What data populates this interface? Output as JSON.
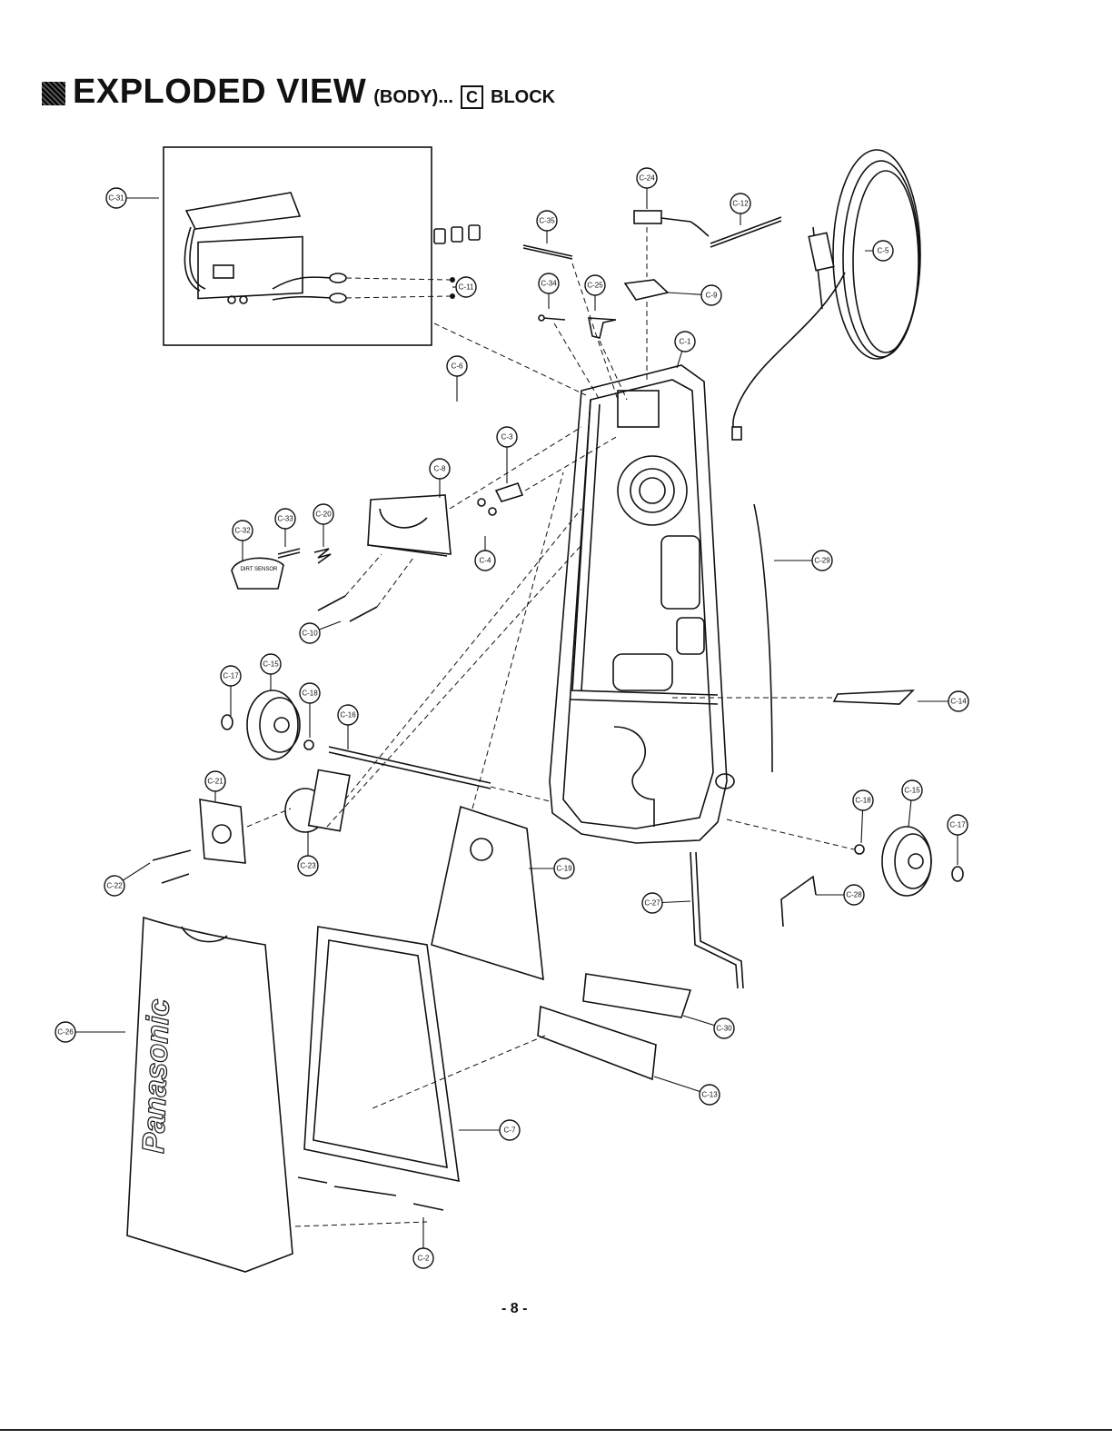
{
  "heading": {
    "main": "EXPLODED VIEW",
    "sub": "(BODY)...",
    "boxed": "C",
    "block": "BLOCK"
  },
  "callouts": [
    "C-31",
    "C-11",
    "C-24",
    "C-12",
    "C-5",
    "C-35",
    "C-34",
    "C-25",
    "C-9",
    "C-1",
    "C-6",
    "C-3",
    "C-8",
    "C-32",
    "C-33",
    "C-20",
    "C-4",
    "C-10",
    "C-29",
    "C-17",
    "C-15",
    "C-18",
    "C-16",
    "C-14",
    "C-21",
    "C-23",
    "C-22",
    "C-19",
    "C-18",
    "C-15",
    "C-17",
    "C-27",
    "C-26",
    "C-28",
    "C-30",
    "C-13",
    "C-7",
    "C-2"
  ],
  "labels": {
    "brand": "Panasonic",
    "dirt_sensor": "DIRT SENSOR"
  },
  "page_number": "- 8 -"
}
